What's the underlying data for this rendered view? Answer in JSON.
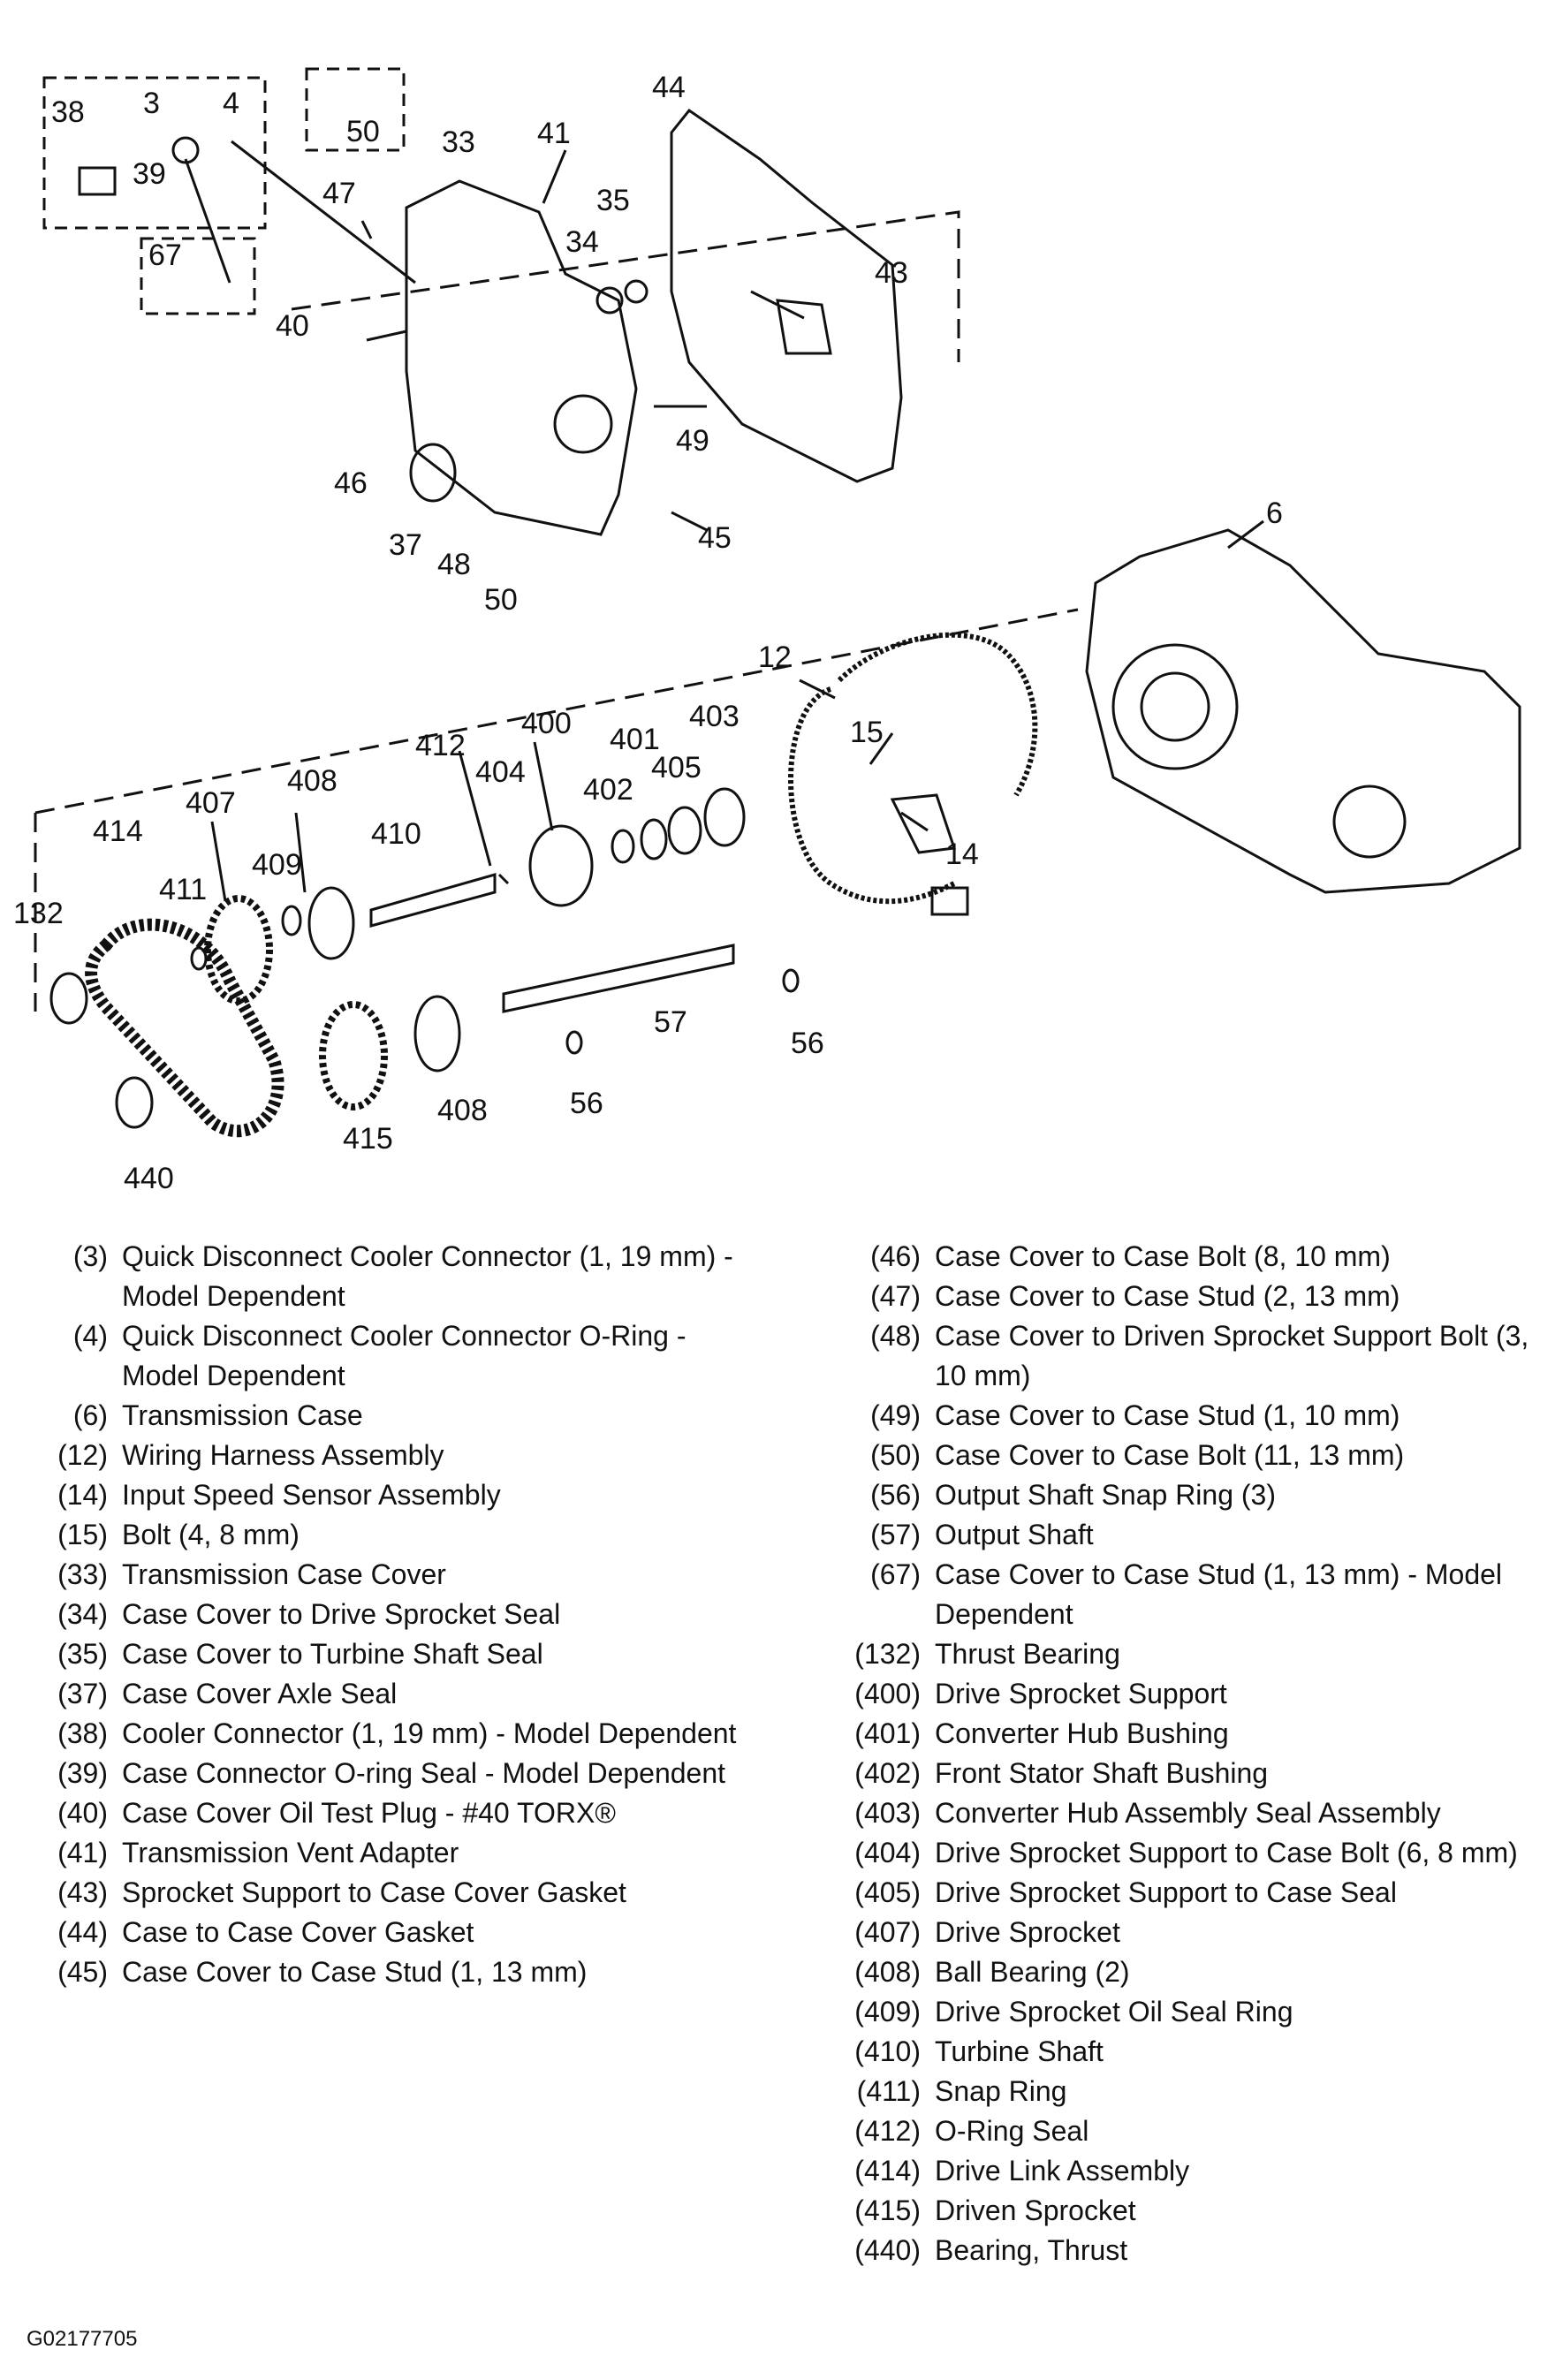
{
  "callouts": [
    "38",
    "3",
    "4",
    "39",
    "67",
    "50",
    "47",
    "33",
    "41",
    "44",
    "35",
    "34",
    "43",
    "40",
    "49",
    "46",
    "37",
    "48",
    "45",
    "50",
    "6",
    "12",
    "15",
    "14",
    "412",
    "400",
    "401",
    "403",
    "404",
    "405",
    "402",
    "408",
    "407",
    "410",
    "409",
    "414",
    "411",
    "132",
    "57",
    "56",
    "56",
    "408",
    "415",
    "440"
  ],
  "legend": {
    "left": [
      {
        "num": "(3)",
        "desc": "Quick Disconnect Cooler Connector (1, 19 mm) - Model Dependent"
      },
      {
        "num": "(4)",
        "desc": "Quick Disconnect Cooler Connector O-Ring - Model Dependent"
      },
      {
        "num": "(6)",
        "desc": "Transmission Case"
      },
      {
        "num": "(12)",
        "desc": "Wiring Harness Assembly"
      },
      {
        "num": "(14)",
        "desc": "Input Speed Sensor Assembly"
      },
      {
        "num": "(15)",
        "desc": "Bolt (4, 8 mm)"
      },
      {
        "num": "(33)",
        "desc": "Transmission Case Cover"
      },
      {
        "num": "(34)",
        "desc": "Case Cover to Drive Sprocket Seal"
      },
      {
        "num": "(35)",
        "desc": "Case Cover to Turbine Shaft Seal"
      },
      {
        "num": "(37)",
        "desc": "Case Cover Axle Seal"
      },
      {
        "num": "(38)",
        "desc": "Cooler Connector (1, 19 mm) - Model Dependent"
      },
      {
        "num": "(39)",
        "desc": "Case Connector O-ring Seal - Model Dependent"
      },
      {
        "num": "(40)",
        "desc": "Case Cover Oil Test Plug - #40 TORX®"
      },
      {
        "num": "(41)",
        "desc": "Transmission Vent Adapter"
      },
      {
        "num": "(43)",
        "desc": "Sprocket Support to Case Cover Gasket"
      },
      {
        "num": "(44)",
        "desc": "Case to Case Cover Gasket"
      },
      {
        "num": "(45)",
        "desc": "Case Cover to Case Stud (1, 13 mm)"
      }
    ],
    "right": [
      {
        "num": "(46)",
        "desc": "Case Cover to Case Bolt (8, 10 mm)"
      },
      {
        "num": "(47)",
        "desc": "Case Cover to Case Stud (2, 13 mm)"
      },
      {
        "num": "(48)",
        "desc": "Case Cover to Driven Sprocket Support Bolt (3, 10 mm)"
      },
      {
        "num": "(49)",
        "desc": "Case Cover to Case Stud (1, 10 mm)"
      },
      {
        "num": "(50)",
        "desc": "Case Cover to Case Bolt (11, 13 mm)"
      },
      {
        "num": "(56)",
        "desc": "Output Shaft Snap Ring (3)"
      },
      {
        "num": "(57)",
        "desc": "Output Shaft"
      },
      {
        "num": "(67)",
        "desc": "Case Cover to Case Stud (1, 13 mm) - Model Dependent"
      },
      {
        "num": "(132)",
        "desc": "Thrust Bearing"
      },
      {
        "num": "(400)",
        "desc": "Drive Sprocket Support"
      },
      {
        "num": "(401)",
        "desc": "Converter Hub Bushing"
      },
      {
        "num": "(402)",
        "desc": "Front Stator Shaft Bushing"
      },
      {
        "num": "(403)",
        "desc": "Converter Hub Assembly Seal Assembly"
      },
      {
        "num": "(404)",
        "desc": "Drive Sprocket Support to Case Bolt (6, 8 mm)"
      },
      {
        "num": "(405)",
        "desc": "Drive Sprocket Support to Case Seal"
      },
      {
        "num": "(407)",
        "desc": "Drive Sprocket"
      },
      {
        "num": "(408)",
        "desc": "Ball Bearing (2)"
      },
      {
        "num": "(409)",
        "desc": "Drive Sprocket Oil Seal Ring"
      },
      {
        "num": "(410)",
        "desc": "Turbine Shaft"
      },
      {
        "num": "(411)",
        "desc": "Snap Ring"
      },
      {
        "num": "(412)",
        "desc": "O-Ring Seal"
      },
      {
        "num": "(414)",
        "desc": "Drive Link Assembly"
      },
      {
        "num": "(415)",
        "desc": "Driven Sprocket"
      },
      {
        "num": "(440)",
        "desc": "Bearing, Thrust"
      }
    ]
  },
  "figure_id": "G02177705"
}
